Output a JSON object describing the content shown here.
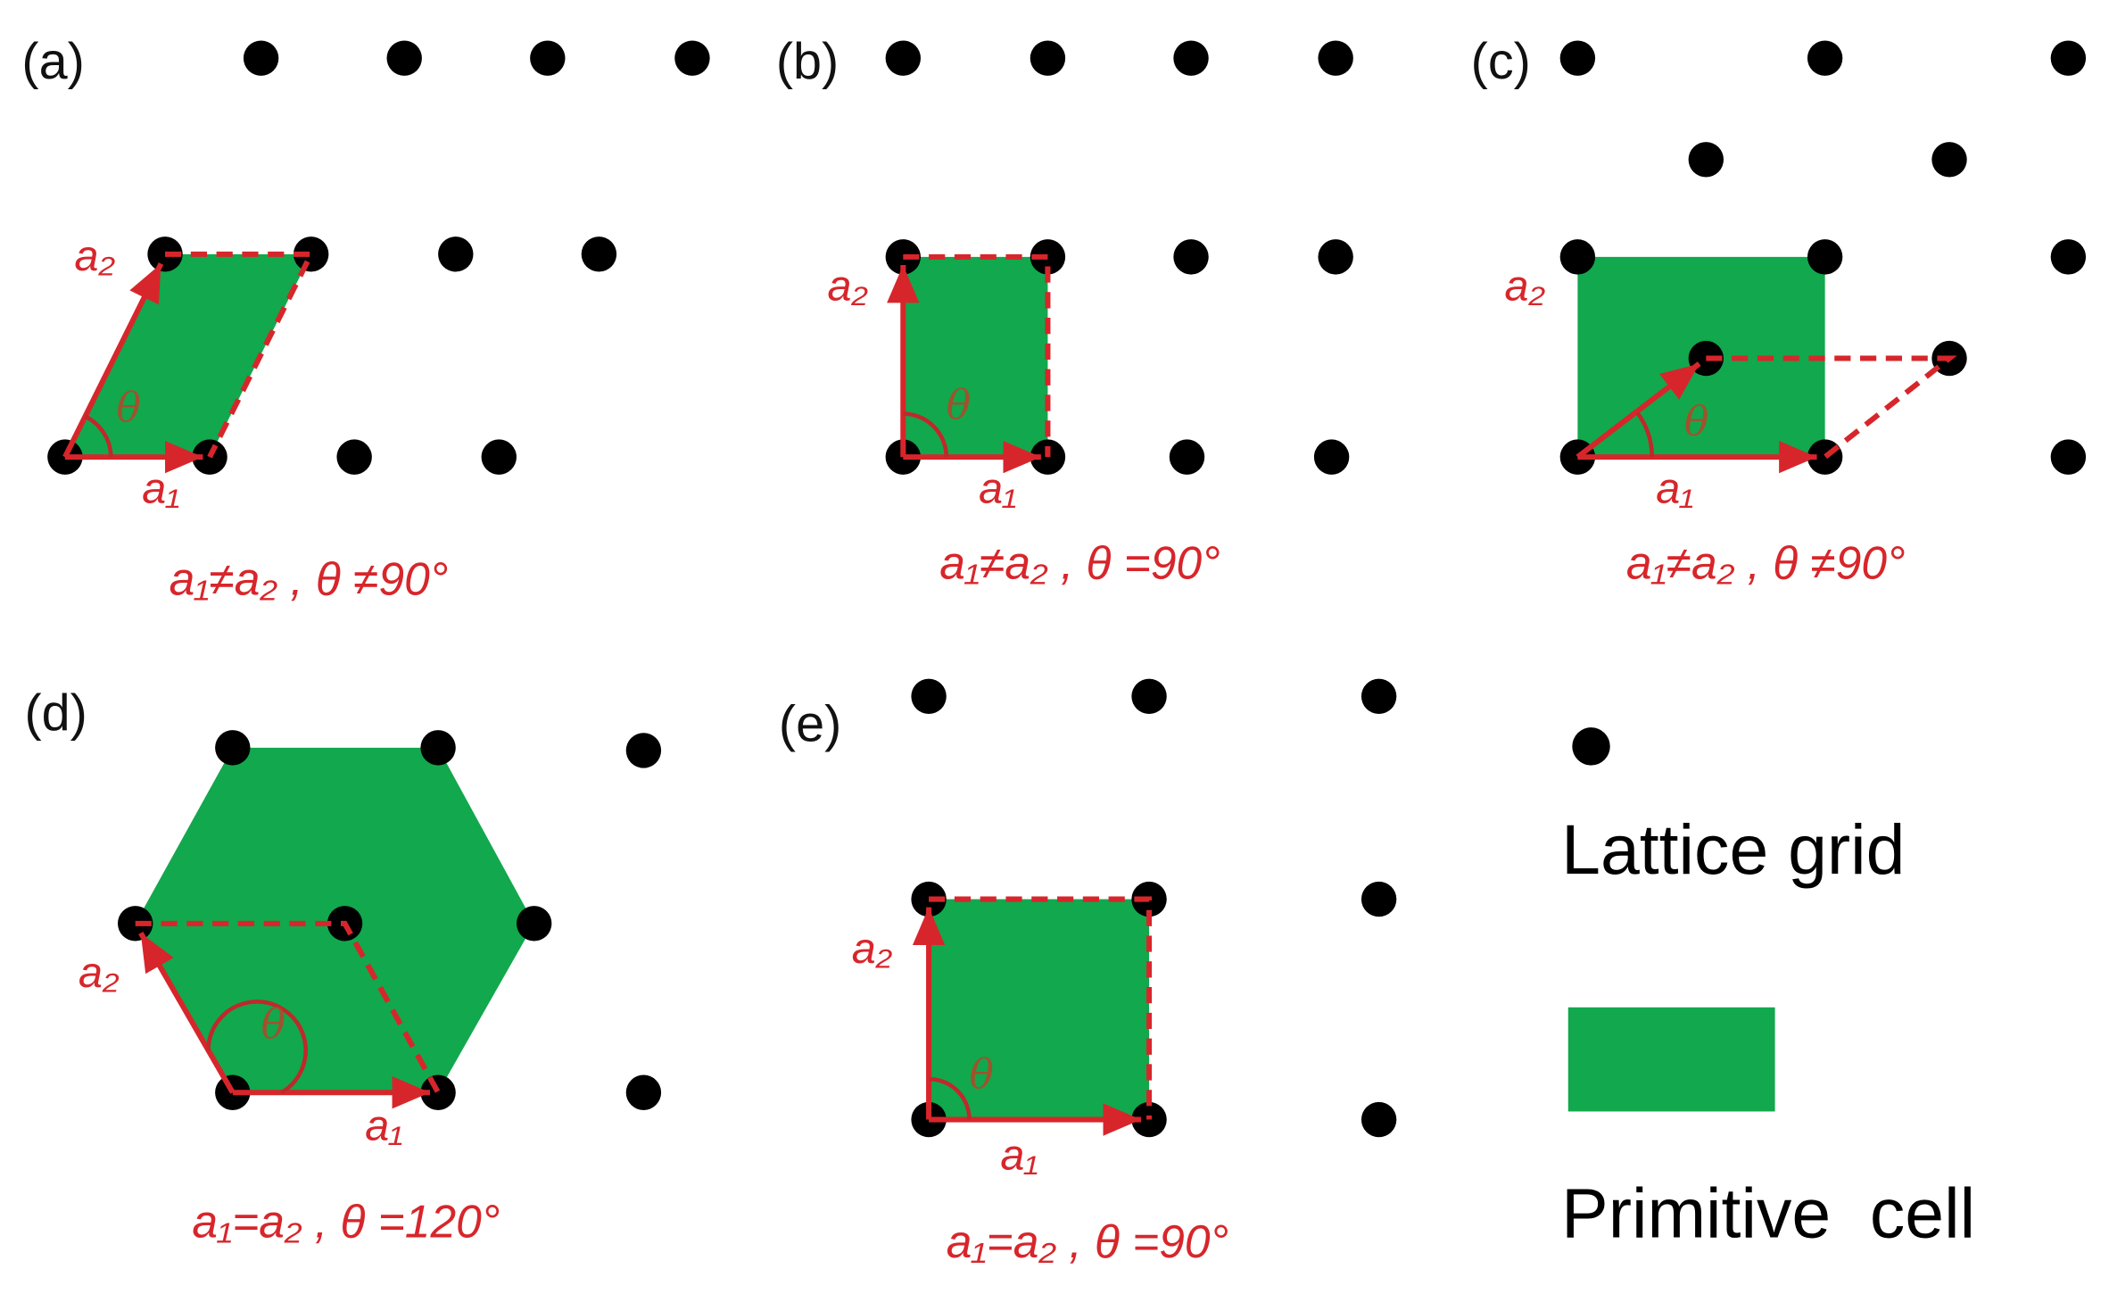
{
  "panels": [
    {
      "label": "(a)",
      "caption": "a₁≠a₂ , θ ≠90°",
      "a1": "a₁",
      "a2": "a₂",
      "theta": "θ"
    },
    {
      "label": "(b)",
      "caption": "a₁≠a₂ , θ =90°",
      "a1": "a₁",
      "a2": "a₂",
      "theta": "θ"
    },
    {
      "label": "(c)",
      "caption": "a₁≠a₂ , θ ≠90°",
      "a1": "a₁",
      "a2": "a₂",
      "theta": "θ"
    },
    {
      "label": "(d)",
      "caption": "a₁=a₂ , θ =120°",
      "a1": "a₁",
      "a2": "a₂",
      "theta": "θ"
    },
    {
      "label": "(e)",
      "caption": "a₁=a₂ , θ =90°",
      "a1": "a₁",
      "a2": "a₂",
      "theta": "θ"
    }
  ],
  "legend": {
    "lattice": "Lattice grid",
    "cell": "Primitive  cell"
  },
  "colors": {
    "cell": "#12a84d",
    "vector": "#d7262b",
    "lattice": "#000000"
  }
}
